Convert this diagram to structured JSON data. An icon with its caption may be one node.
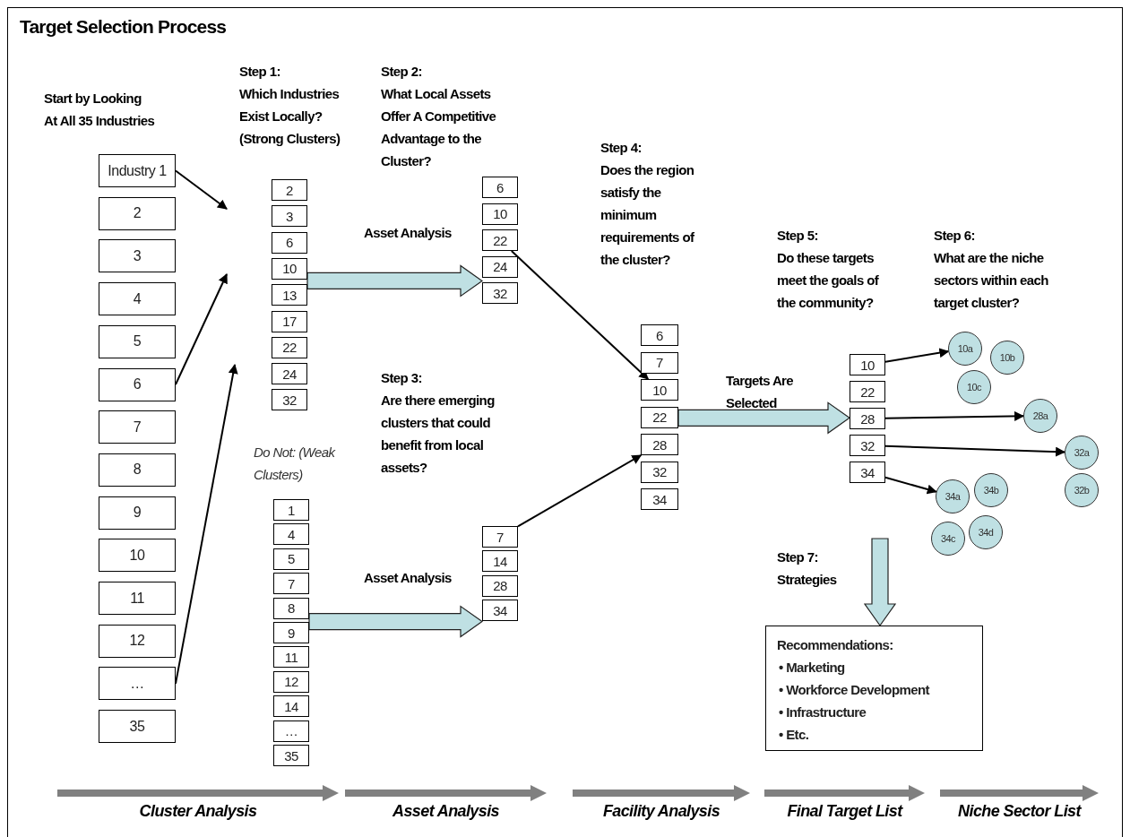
{
  "diagram": {
    "title": "Target Selection Process",
    "nodes": [
      {
        "text": [
          "Industry 1"
        ]
      },
      {
        "text": [
          "2"
        ]
      },
      {
        "text": [
          "3"
        ]
      },
      {
        "text": [
          "4"
        ]
      },
      {
        "text": [
          "5"
        ]
      },
      {
        "text": [
          "6"
        ]
      },
      {
        "text": [
          "7"
        ]
      },
      {
        "text": [
          "8"
        ]
      },
      {
        "text": [
          "9"
        ]
      },
      {
        "text": [
          "10"
        ]
      },
      {
        "text": [
          "11"
        ]
      },
      {
        "text": [
          "12"
        ]
      },
      {
        "text": [
          "…"
        ]
      },
      {
        "text": [
          "35"
        ]
      },
      {
        "text": [
          "2"
        ]
      },
      {
        "text": [
          "3"
        ]
      },
      {
        "text": [
          "6"
        ]
      },
      {
        "text": [
          "10"
        ]
      },
      {
        "text": [
          "13"
        ]
      },
      {
        "text": [
          "17"
        ]
      },
      {
        "text": [
          "22"
        ]
      },
      {
        "text": [
          "24"
        ]
      },
      {
        "text": [
          "32"
        ]
      },
      {
        "text": [
          "1"
        ]
      },
      {
        "text": [
          "4"
        ]
      },
      {
        "text": [
          "5"
        ]
      },
      {
        "text": [
          "7"
        ]
      },
      {
        "text": [
          "8"
        ]
      },
      {
        "text": [
          "9"
        ]
      },
      {
        "text": [
          "11"
        ]
      },
      {
        "text": [
          "12"
        ]
      },
      {
        "text": [
          "14"
        ]
      },
      {
        "text": [
          "…"
        ]
      },
      {
        "text": [
          "35"
        ]
      },
      {
        "text": [
          "6"
        ]
      },
      {
        "text": [
          "10"
        ]
      },
      {
        "text": [
          "22"
        ]
      },
      {
        "text": [
          "24"
        ]
      },
      {
        "text": [
          "32"
        ]
      },
      {
        "text": [
          "7"
        ]
      },
      {
        "text": [
          "14"
        ]
      },
      {
        "text": [
          "28"
        ]
      },
      {
        "text": [
          "34"
        ]
      },
      {
        "text": [
          "6"
        ]
      },
      {
        "text": [
          "7"
        ]
      },
      {
        "text": [
          "10"
        ]
      },
      {
        "text": [
          "22"
        ]
      },
      {
        "text": [
          "28"
        ]
      },
      {
        "text": [
          "32"
        ]
      },
      {
        "text": [
          "34"
        ]
      },
      {
        "text": [
          "10"
        ]
      },
      {
        "text": [
          "22"
        ]
      },
      {
        "text": [
          "28"
        ]
      },
      {
        "text": [
          "32"
        ]
      },
      {
        "text": [
          "34"
        ]
      },
      {
        "text": [
          "10a"
        ]
      },
      {
        "text": [
          "10b"
        ]
      },
      {
        "text": [
          "10c"
        ]
      },
      {
        "text": [
          "28a"
        ]
      },
      {
        "text": [
          "32a"
        ]
      },
      {
        "text": [
          "32b"
        ]
      },
      {
        "text": [
          "34a"
        ]
      },
      {
        "text": [
          "34b"
        ]
      },
      {
        "text": [
          "34c"
        ]
      },
      {
        "text": [
          "34d"
        ]
      },
      {
        "text": [
          "Recommendations:",
          "• Marketing",
          "• Workforce Development",
          "• Infrastructure",
          "• Etc."
        ]
      }
    ],
    "edges": [
      {
        "from": 0,
        "to": null,
        "arrow": "to"
      },
      {
        "from": 5,
        "to": null,
        "arrow": "to"
      },
      {
        "from": 12,
        "to": null,
        "arrow": "to"
      },
      {
        "from": 18,
        "to": 37,
        "arrow": "to",
        "label": "Asset Analysis",
        "style": "thick",
        "color": "#bfe0e3"
      },
      {
        "from": 28,
        "to": 42,
        "arrow": "to",
        "label": "Asset Analysis",
        "style": "thick",
        "color": "#bfe0e3"
      },
      {
        "from": 36,
        "to": 45,
        "arrow": "to"
      },
      {
        "from": 39,
        "to": 47,
        "arrow": "to"
      },
      {
        "from": 46,
        "to": 52,
        "arrow": "to",
        "label": "Targets Are Selected",
        "style": "thick",
        "color": "#bfe0e3"
      },
      {
        "from": 50,
        "to": 55,
        "arrow": "to"
      },
      {
        "from": 52,
        "to": 58,
        "arrow": "to"
      },
      {
        "from": 53,
        "to": 59,
        "arrow": "to"
      },
      {
        "from": 54,
        "to": 61,
        "arrow": "to"
      },
      {
        "from": null,
        "to": 65,
        "arrow": "to",
        "style": "thick",
        "color": "#bfe0e3"
      }
    ],
    "labels": [
      "Start by Looking At All 35 Industries",
      "Step 1:",
      "Which Industries Exist Locally? (Strong Clusters)",
      "Step 2:",
      "What Local Assets Offer A Competitive Advantage to the Cluster?",
      "Step 4:",
      "Does the region satisfy the minimum requirements of the cluster?",
      "Step 5:",
      "Do these targets meet the goals of the community?",
      "Step 6:",
      "What are the niche sectors within each target cluster?",
      "Step 3:",
      "Are there emerging clusters that could benefit from local assets?",
      "Do Not: (Weak Clusters)",
      "Step 7:",
      "Strategies",
      "Cluster Analysis",
      "Asset Analysis",
      "Facility Analysis",
      "Final Target List",
      "Niche Sector List"
    ]
  }
}
